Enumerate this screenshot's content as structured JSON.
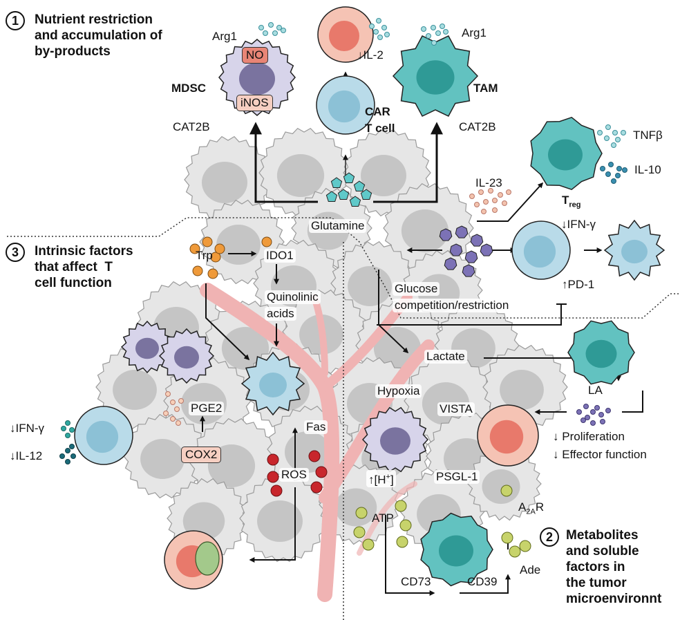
{
  "sections": [
    {
      "number": "1",
      "title": "Nutrient restriction\nand accumulation of\nby-products"
    },
    {
      "number": "2",
      "title": "Metabolites\nand soluble\nfactors in\nthe tumor\nmicroenvironnt"
    },
    {
      "number": "3",
      "title": "Intrinsic factors\nthat affect  T\ncell function"
    }
  ],
  "cells": {
    "mdsc": "MDSC",
    "car_t": "CAR\nT cell",
    "car_t_line1": "CAR",
    "car_t_line2": "T cell",
    "tam": "TAM",
    "treg_main": "T",
    "treg_sub": "reg"
  },
  "labels": {
    "arg1_left": "Arg1",
    "arg1_right": "Arg1",
    "no": "NO",
    "inos": "iNOS",
    "cat2b_left": "CAT2B",
    "cat2b_right": "CAT2B",
    "il2": "↓IL-2",
    "tnfb": "TNFβ",
    "il10": "IL-10",
    "il23": "IL-23",
    "glutamine": "Glutamine",
    "ifng_right": "↓IFN-γ",
    "pd1": "↑PD-1",
    "glucose_line1": "Glucose",
    "glucose_line2": "competition/restriction",
    "trp": "Trp",
    "ido1": "IDO1",
    "quinolinic_line1": "Quinolinic",
    "quinolinic_line2": "acids",
    "pge2": "PGE2",
    "cox2": "COX2",
    "ifng_left": "↓IFN-γ",
    "il12": "↓IL-12",
    "fas": "Fas",
    "ros": "ROS",
    "lactate": "Lactate",
    "hypoxia": "Hypoxia",
    "la": "LA",
    "vista": "VISTA",
    "proliferation": "Proliferation",
    "effector": "Effector function",
    "down_arrow": "↓",
    "h_plus_prefix": "↑[H",
    "h_plus_sup": "+",
    "h_plus_suffix": "]",
    "psgl1": "PSGL-1",
    "atp": "ATP",
    "a2ar_main": "A",
    "a2ar_sub": "2A",
    "a2ar_suffix": "R",
    "ade": "Ade",
    "cd73": "CD73",
    "cd39": "CD39"
  },
  "colors": {
    "tumor_cell": "#e6e6e6",
    "tumor_nucleus": "#bdbdbd",
    "mdsc": "#d7d4ea",
    "mdsc_nucleus": "#7a739f",
    "t_cell": "#b9dbe9",
    "t_cell_nucleus": "#8cc1d6",
    "tam": "#62c2c0",
    "tam_nucleus": "#2f9a96",
    "effector_cell": "#f5c3b4",
    "effector_nucleus": "#e8796b",
    "vessel": "#f0b3b3",
    "glutamine": "#5fc9c9",
    "glucose": "#7c72b6",
    "trp": "#ef9a3a",
    "ros": "#c8262c",
    "atp": "#c7d36b",
    "pge2": "#f7cfb8",
    "il23": "#f3c3ae",
    "cytokine_light": "#a8dde0",
    "cytokine_dark": "#3a8fb0",
    "mitochondria": "#a3c98b"
  }
}
